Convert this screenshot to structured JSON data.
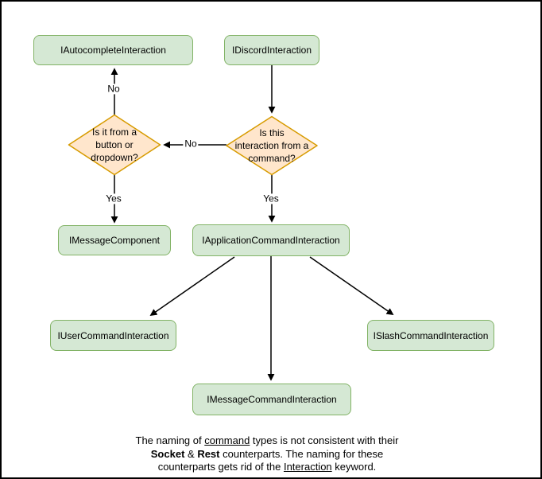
{
  "canvas": {
    "background": "#ffffff",
    "border_color": "#000000"
  },
  "palette": {
    "node_fill": "#d5e8d4",
    "node_stroke": "#82b366",
    "decision_fill": "#ffe6cc",
    "decision_stroke": "#d79b00",
    "edge_color": "#000000",
    "text_color": "#000000"
  },
  "nodes": {
    "autocomplete_interaction": {
      "label": "IAutocompleteInteraction"
    },
    "discord_interaction": {
      "label": "IDiscordInteraction"
    },
    "decision_button_dropdown": {
      "label": "Is it from a\nbutton or\ndropdown?"
    },
    "decision_from_command": {
      "label": "Is this\ninteraction from a\ncommand?"
    },
    "message_component": {
      "label": "IMessageComponent"
    },
    "application_command_interaction": {
      "label": "IApplicationCommandInteraction"
    },
    "user_command_interaction": {
      "label": "IUserCommandInteraction"
    },
    "slash_command_interaction": {
      "label": "ISlashCommandInteraction"
    },
    "message_command_interaction": {
      "label": "IMessageCommandInteraction"
    }
  },
  "edge_labels": {
    "autocomplete_no": "No",
    "button_dropdown_no": "No",
    "message_component_yes": "Yes",
    "application_command_yes": "Yes"
  },
  "note": {
    "segments": [
      {
        "text": "The naming of ",
        "style": "normal"
      },
      {
        "text": "command",
        "style": "underline"
      },
      {
        "text": " types is not consistent with their\n",
        "style": "normal"
      },
      {
        "text": "Socket",
        "style": "bold"
      },
      {
        "text": " & ",
        "style": "normal"
      },
      {
        "text": "Rest",
        "style": "bold"
      },
      {
        "text": " counterparts. The naming for these\ncounterparts gets rid of the ",
        "style": "normal"
      },
      {
        "text": "Interaction",
        "style": "underline"
      },
      {
        "text": " keyword.",
        "style": "normal"
      }
    ]
  }
}
